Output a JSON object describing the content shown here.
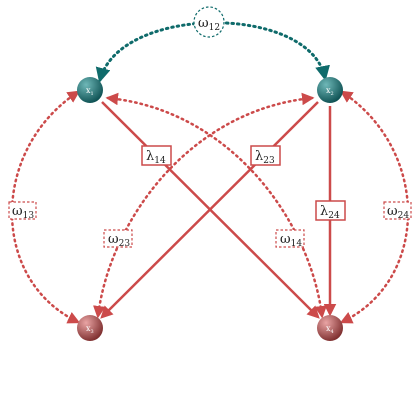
{
  "colors": {
    "teal": "#0f6b6b",
    "red": "#cc4a4a",
    "node_teal_dark": "#0b4e50",
    "node_teal_light": "#6fb8b8",
    "node_red_dark": "#7a2a2a",
    "node_red_light": "#e9a4a4",
    "label_bg": "#ffffff"
  },
  "nodes": [
    {
      "id": "n1",
      "name": "x",
      "sub": "1"
    },
    {
      "id": "n2",
      "name": "x",
      "sub": "2"
    },
    {
      "id": "n3",
      "name": "x",
      "sub": "3"
    },
    {
      "id": "n4",
      "name": "x",
      "sub": "4"
    }
  ],
  "labels": {
    "w12": {
      "sym": "ω",
      "sub": "12"
    },
    "w13": {
      "sym": "ω",
      "sub": "13"
    },
    "w23": {
      "sym": "ω",
      "sub": "23"
    },
    "w14": {
      "sym": "ω",
      "sub": "14"
    },
    "w24": {
      "sym": "ω",
      "sub": "24"
    },
    "l14": {
      "sym": "λ",
      "sub": "14"
    },
    "l23": {
      "sym": "λ",
      "sub": "23"
    },
    "l24": {
      "sym": "λ",
      "sub": "24"
    }
  }
}
